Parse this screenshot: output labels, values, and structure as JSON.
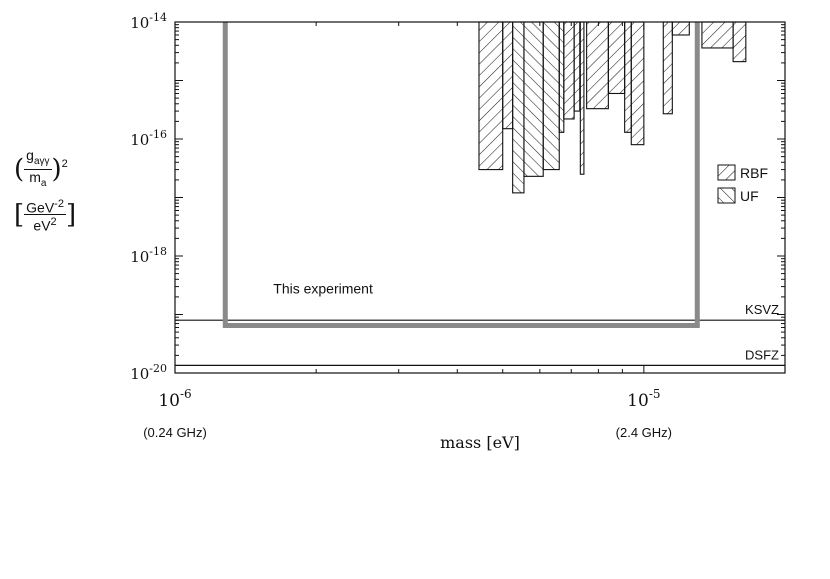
{
  "chart_data": {
    "type": "area",
    "xscale": "log",
    "yscale": "log",
    "xlim": [
      1e-06,
      2e-05
    ],
    "ylim": [
      1e-20,
      1e-14
    ],
    "xlabel": "mass [eV]",
    "ylabel": {
      "numerator": "g",
      "numerator_sub": "aγγ",
      "denominator": "m",
      "denominator_sub": "a",
      "power": "2",
      "unit_numerator": "GeV",
      "unit_numerator_power": "-2",
      "unit_denominator": "eV",
      "unit_denominator_power": "2"
    },
    "x_ticks": [
      {
        "value": 1e-06,
        "base": "10",
        "exp": "-6",
        "sub": "(0.24 GHz)"
      },
      {
        "value": 1e-05,
        "base": "10",
        "exp": "-5",
        "sub": "(2.4 GHz)"
      }
    ],
    "y_ticks": [
      {
        "value": 1e-14,
        "base": "10",
        "exp": "-14"
      },
      {
        "value": 1e-16,
        "base": "10",
        "exp": "-16"
      },
      {
        "value": 1e-18,
        "base": "10",
        "exp": "-18"
      },
      {
        "value": 1e-20,
        "base": "10",
        "exp": "-20"
      }
    ],
    "legend": {
      "position": "right",
      "entries": [
        {
          "label": "RBF",
          "hatch": "forward"
        },
        {
          "label": "UF",
          "hatch": "backward"
        }
      ]
    },
    "reference_lines": [
      {
        "label": "KSVZ",
        "y": 8e-20
      },
      {
        "label": "DSFZ",
        "y": 1.35e-20
      }
    ],
    "this_experiment": {
      "label": "This experiment",
      "x_range": [
        1.28e-06,
        1.3e-05
      ],
      "y_bottom": 6.5e-20,
      "y_top": 1e-14
    },
    "excluded_regions": [
      {
        "series": "RBF",
        "x0": 4.45e-06,
        "x1": 5e-06,
        "y": 3e-17
      },
      {
        "series": "RBF",
        "x0": 5e-06,
        "x1": 5.25e-06,
        "y": 1.5e-16
      },
      {
        "series": "UF",
        "x0": 5.25e-06,
        "x1": 5.55e-06,
        "y": 1.2e-17
      },
      {
        "series": "UF",
        "x0": 5.55e-06,
        "x1": 6.1e-06,
        "y": 2.3e-17
      },
      {
        "series": "UF",
        "x0": 6.1e-06,
        "x1": 6.6e-06,
        "y": 3e-17
      },
      {
        "series": "UF",
        "x0": 6.6e-06,
        "x1": 6.75e-06,
        "y": 1.3e-16
      },
      {
        "series": "RBF",
        "x0": 6.75e-06,
        "x1": 7.1e-06,
        "y": 2.2e-16
      },
      {
        "series": "RBF",
        "x0": 7.1e-06,
        "x1": 7.3e-06,
        "y": 3e-16
      },
      {
        "series": "RBF",
        "x0": 7.32e-06,
        "x1": 7.45e-06,
        "y": 2.5e-17
      },
      {
        "series": "RBF",
        "x0": 7.55e-06,
        "x1": 8.4e-06,
        "y": 3.3e-16
      },
      {
        "series": "RBF",
        "x0": 8.4e-06,
        "x1": 9.1e-06,
        "y": 6e-16
      },
      {
        "series": "RBF",
        "x0": 9.1e-06,
        "x1": 9.4e-06,
        "y": 1.3e-16
      },
      {
        "series": "RBF",
        "x0": 9.4e-06,
        "x1": 1e-05,
        "y": 8e-17
      },
      {
        "series": "RBF",
        "x0": 1.1e-05,
        "x1": 1.15e-05,
        "y": 2.7e-16
      },
      {
        "series": "RBF",
        "x0": 1.15e-05,
        "x1": 1.25e-05,
        "y": 6e-15
      },
      {
        "series": "RBF",
        "x0": 1.33e-05,
        "x1": 1.55e-05,
        "y": 3.6e-15
      },
      {
        "series": "RBF",
        "x0": 1.55e-05,
        "x1": 1.65e-05,
        "y": 2.1e-15
      }
    ],
    "grid": false
  }
}
